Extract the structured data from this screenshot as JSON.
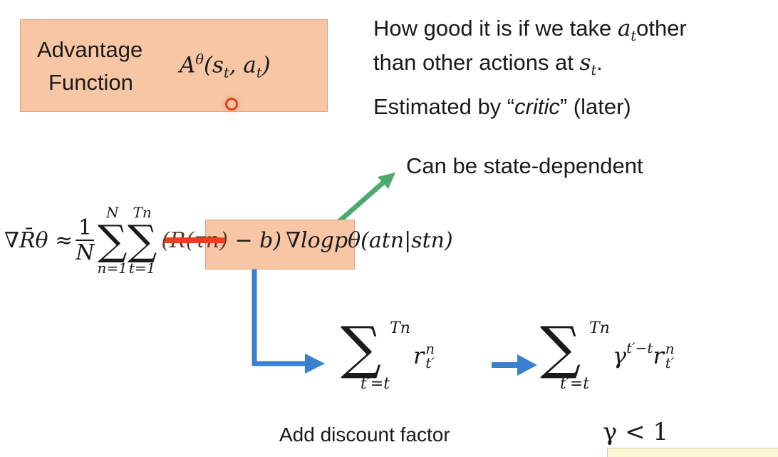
{
  "advantage_box": {
    "label_line1": "Advantage",
    "label_line2": "Function",
    "formula": "Aθ(st, at)"
  },
  "description": {
    "line1_prefix": "How good it is if we take ",
    "line1_var": "a",
    "line1_sub": "t",
    "line1_suffix": "other",
    "line2_prefix": "than other actions at ",
    "line2_var": "s",
    "line2_sub": "t",
    "line2_suffix": ".",
    "line3_prefix": "Estimated by “",
    "line3_italic": "critic",
    "line3_suffix": "” (later)"
  },
  "annotation_state_dependent": "Can be state-dependent",
  "gradient_formula": {
    "lhs": "∇R̄θ ≈",
    "frac_num": "1",
    "frac_den": "N",
    "sum1_top": "N",
    "sum1_bottom": "n=1",
    "sum2_top": "Tn",
    "sum2_bottom": "t=1",
    "struck_term": "(R(τn)",
    "baseline_term": " − b)",
    "rest": "∇logpθ(atn|stn)"
  },
  "reward_sum": {
    "top": "Tn",
    "bottom": "t′=t",
    "body": "r",
    "sup": "n",
    "sub": "t′"
  },
  "discounted_sum": {
    "top": "Tn",
    "bottom": "t′=t",
    "gamma": "γ",
    "gamma_exp": "t′−t",
    "body": "r",
    "sup": "n",
    "sub": "t′"
  },
  "discount_label": "Add discount factor",
  "gamma_condition": "γ < 1",
  "colors": {
    "box": "#f7c6a5",
    "strike": "#e8401c",
    "green_arrow": "#4caa6e",
    "blue_arrow": "#3a7fd0",
    "cursor": "#e8401c"
  }
}
